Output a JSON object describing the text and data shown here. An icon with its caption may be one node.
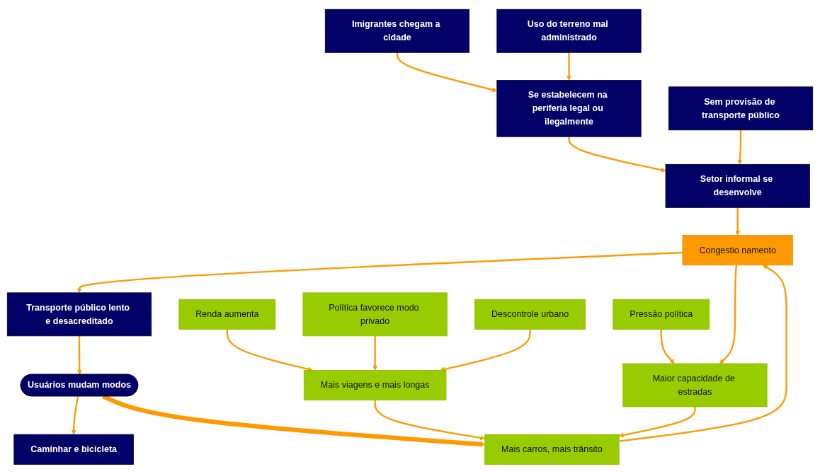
{
  "diagram": {
    "nodes": [
      {
        "text": [
          "Imigrantes chegam a cidade"
        ]
      },
      {
        "text": [
          "Uso do terreno mal administrado"
        ]
      },
      {
        "text": [
          "Se estabelecem na periferia legal ou ilegalmente"
        ]
      },
      {
        "text": [
          "Sem provisão de transporte público"
        ]
      },
      {
        "text": [
          "Setor informal se desenvolve"
        ]
      },
      {
        "text": [
          "Congestio namento"
        ]
      },
      {
        "text": [
          "Transporte público lento e desacreditado"
        ]
      },
      {
        "text": [
          "Usuários mudam modos"
        ]
      },
      {
        "text": [
          "Caminhar e bicicleta"
        ]
      },
      {
        "text": [
          "Renda aumenta"
        ]
      },
      {
        "text": [
          "Política favorece modo privado"
        ]
      },
      {
        "text": [
          "Mais viagens e mais longas"
        ]
      },
      {
        "text": [
          "Descontrole urbano"
        ]
      },
      {
        "text": [
          "Mais carros, mais trânsito"
        ]
      },
      {
        "text": [
          "Pressão política"
        ]
      },
      {
        "text": [
          "Maior capacidade de estradas"
        ]
      }
    ],
    "edges": [
      {
        "from": 0,
        "to": 2,
        "arrow": "to"
      },
      {
        "from": 1,
        "to": 2,
        "arrow": "to"
      },
      {
        "from": 2,
        "to": 4,
        "arrow": "to"
      },
      {
        "from": 3,
        "to": 4,
        "arrow": "to"
      },
      {
        "from": 4,
        "to": 5,
        "arrow": "to"
      },
      {
        "from": 13,
        "to": 5,
        "arrow": "to"
      },
      {
        "from": 5,
        "to": 6,
        "arrow": "to"
      },
      {
        "from": 5,
        "to": 15,
        "arrow": "to"
      },
      {
        "from": 6,
        "to": 7,
        "arrow": "to"
      },
      {
        "from": 7,
        "to": 8,
        "arrow": "to"
      },
      {
        "from": 9,
        "to": 11,
        "arrow": "to"
      },
      {
        "from": 10,
        "to": 11,
        "arrow": "to"
      },
      {
        "from": 12,
        "to": 11,
        "arrow": "to"
      },
      {
        "from": 11,
        "to": 13,
        "arrow": "to"
      },
      {
        "from": 14,
        "to": 15,
        "arrow": "to"
      },
      {
        "from": 15,
        "to": 13,
        "arrow": "to"
      },
      {
        "from": 7,
        "to": 13,
        "arrow": "to",
        "style": "thick"
      }
    ]
  }
}
